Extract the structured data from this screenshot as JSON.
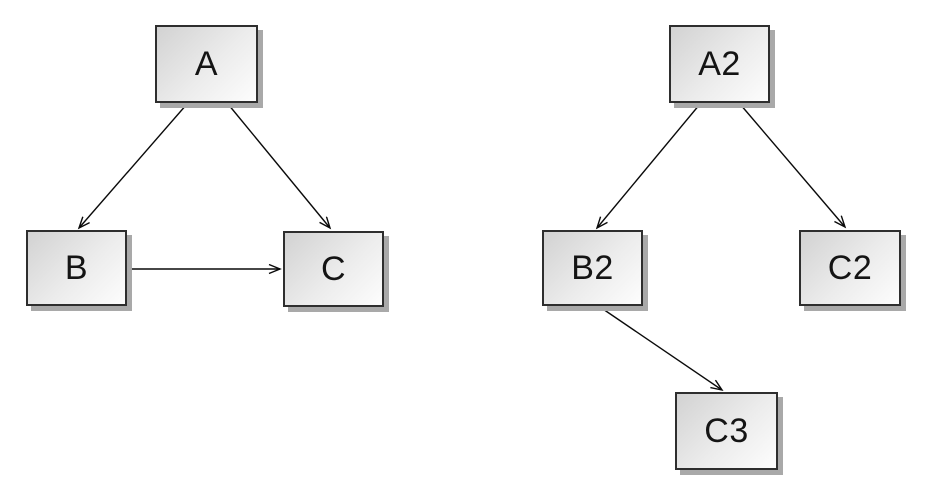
{
  "diagram": {
    "colors": {
      "node_border": "#2e2e2e",
      "node_fill_from": "#d2d2d2",
      "node_fill_to": "#fdfdfd",
      "node_shadow": "#a9a9a9",
      "edge": "#0a0a0a"
    },
    "graphs": [
      {
        "name": "left-graph",
        "nodes": [
          {
            "id": "A",
            "label": "A"
          },
          {
            "id": "B",
            "label": "B"
          },
          {
            "id": "C",
            "label": "C"
          }
        ],
        "edges": [
          {
            "from": "A",
            "to": "B"
          },
          {
            "from": "A",
            "to": "C"
          },
          {
            "from": "B",
            "to": "C"
          }
        ]
      },
      {
        "name": "right-graph",
        "nodes": [
          {
            "id": "A2",
            "label": "A2"
          },
          {
            "id": "B2",
            "label": "B2"
          },
          {
            "id": "C2",
            "label": "C2"
          },
          {
            "id": "C3",
            "label": "C3"
          }
        ],
        "edges": [
          {
            "from": "A2",
            "to": "B2"
          },
          {
            "from": "A2",
            "to": "C2"
          },
          {
            "from": "B2",
            "to": "C3"
          }
        ]
      }
    ]
  }
}
